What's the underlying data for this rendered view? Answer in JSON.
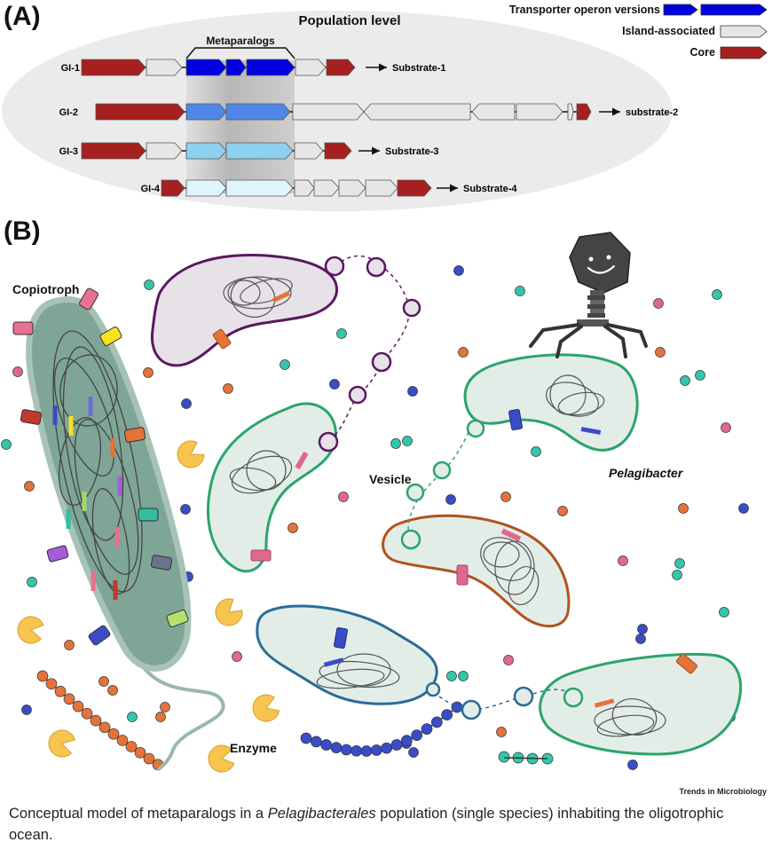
{
  "panel_a": {
    "label": "(A)",
    "title": "Population level",
    "bracket_label": "Metaparalogs",
    "legend": {
      "transporter": "Transporter operon versions",
      "island": "Island-associated",
      "core": "Core"
    },
    "rows": [
      {
        "name": "GI-1",
        "substrate": "Substrate-1"
      },
      {
        "name": "GI-2",
        "substrate": "substrate-2"
      },
      {
        "name": "GI-3",
        "substrate": "Substrate-3"
      },
      {
        "name": "GI-4",
        "substrate": "Substrate-4"
      }
    ],
    "colors": {
      "core": "#a6201f",
      "island": "#e6e6e6",
      "v1": "#0000e0",
      "v2": "#4f86e8",
      "v3": "#8ed0f0",
      "v4": "#dff4fb",
      "ellipse": "#ebebeb"
    }
  },
  "panel_b": {
    "label": "(B)",
    "copiotroph_label": "Copiotroph",
    "vesicle_label": "Vesicle",
    "pelagibacter_label": "Pelagibacter",
    "enzyme_label": "Enzyme",
    "colors": {
      "copiotroph": "#7fa596",
      "cell_fill": "#e3ede8",
      "green_border": "#2aa56a",
      "purple_border": "#5b1860",
      "orange_border": "#b2521b",
      "blue_border": "#2b6c96",
      "orange_dot": "#e3733a",
      "blue_dot": "#3a4cc6",
      "teal_dot": "#33c7aa",
      "pink_dot": "#e0688f",
      "enzyme": "#f6c44f"
    }
  },
  "credit": "Trends in Microbiology",
  "caption": {
    "before": "Conceptual model of metaparalogs in a ",
    "italic": "Pelagibacterales",
    "after": " population (single species) inhabiting the oligotrophic ocean."
  }
}
